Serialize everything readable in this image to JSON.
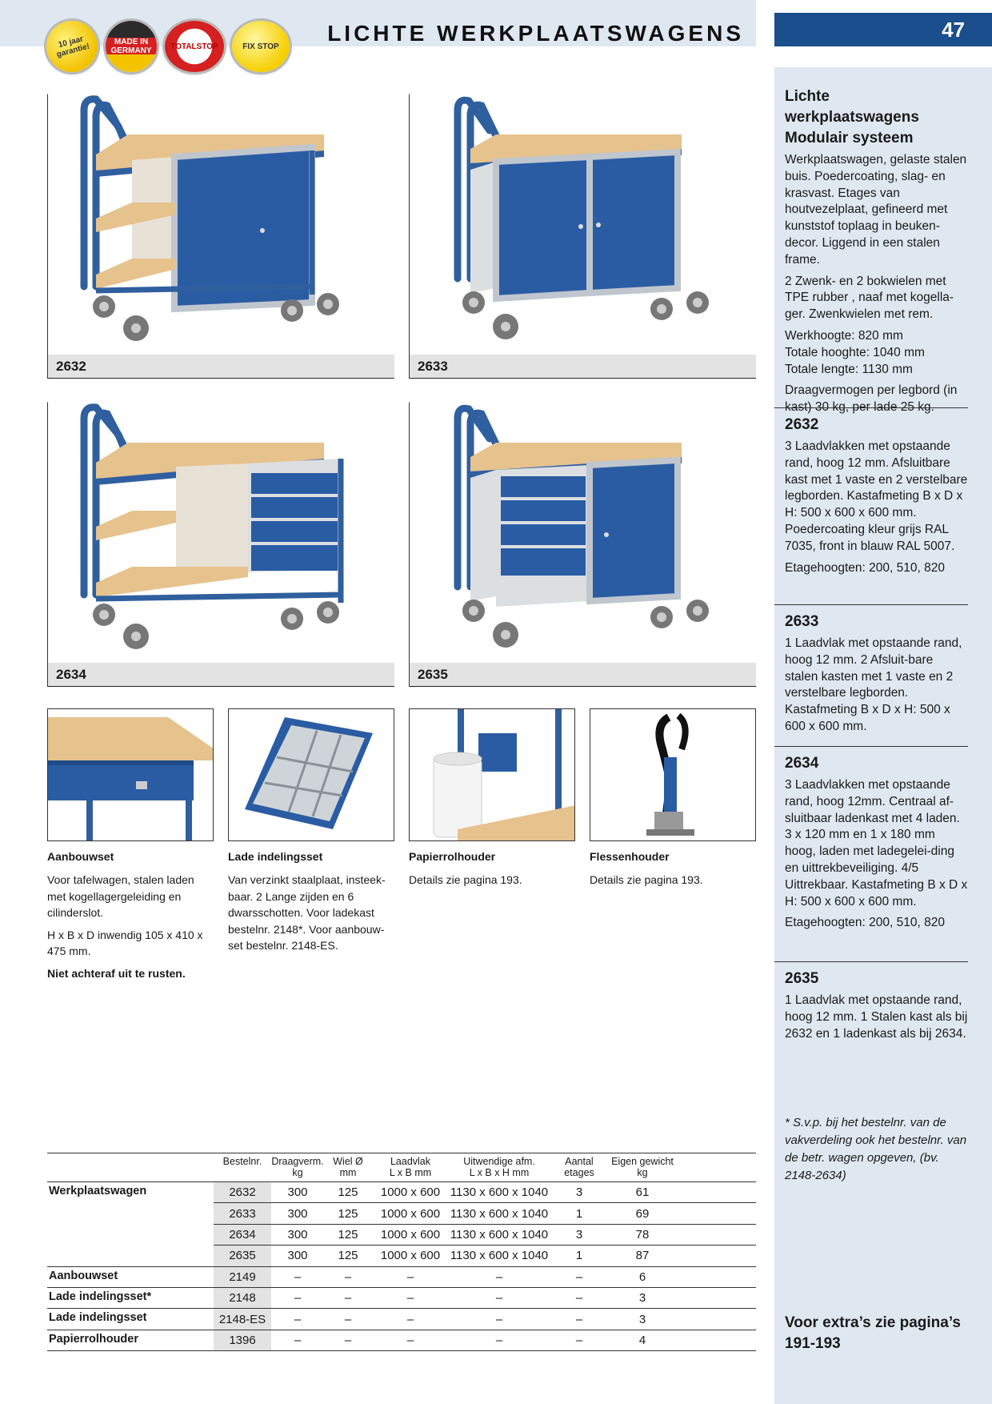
{
  "header": {
    "title": "LICHTE WERKPLAATSWAGENS",
    "page_number": "47",
    "badges": [
      {
        "name": "garantie-badge",
        "text": "10 jaar garantie!"
      },
      {
        "name": "made-in-germany-badge",
        "text": "MADE IN GERMANY"
      },
      {
        "name": "totalstop-badge",
        "text": "TOTALSTOP"
      },
      {
        "name": "fixstop-badge",
        "text": "FIX STOP"
      }
    ]
  },
  "products": [
    {
      "code": "2632"
    },
    {
      "code": "2633"
    },
    {
      "code": "2634"
    },
    {
      "code": "2635"
    }
  ],
  "accessories": [
    {
      "title": "Aanbouwset",
      "paragraphs": [
        "Voor tafelwagen, stalen laden met kogellagergeleiding en cilinderslot.",
        "H x B x D inwendig 105 x 410 x 475 mm."
      ],
      "bold_note": "Niet achteraf uit te rusten."
    },
    {
      "title": "Lade indelingsset",
      "paragraphs": [
        "Van verzinkt staalplaat, insteek-baar. 2 Lange zijden en 6 dwarsschotten. Voor ladekast bestelnr. 2148*. Voor aanbouw-set bestelnr. 2148-ES."
      ]
    },
    {
      "title": "Papierrolhouder",
      "paragraphs": [
        "Details zie pagina 193."
      ]
    },
    {
      "title": "Flessenhouder",
      "paragraphs": [
        "Details zie pagina 193."
      ]
    }
  ],
  "sidebar": {
    "intro_title": "Lichte werkplaatswagens Modulair systeem",
    "intro_paragraphs": [
      "Werkplaatswagen, gelaste stalen buis. Poedercoating, slag- en krasvast. Etages van houtvezelplaat, gefineerd met kunststof toplaag in beuken-decor. Liggend in een stalen frame.",
      "2 Zwenk- en 2 bokwielen met TPE rubber , naaf met kogella-ger. Zwenkwielen met rem.",
      "Werkhoogte: 820 mm\nTotale hooghte: 1040 mm\nTotale lengte: 1130 mm",
      "Draagvermogen per legbord (in kast) 30 kg, per lade 25 kg."
    ],
    "sections": [
      {
        "code": "2632",
        "paragraphs": [
          "3 Laadvlakken met opstaande rand, hoog 12 mm. Afsluitbare kast met 1 vaste en 2 verstelbare legborden. Kastafmeting B x D x H: 500 x 600 x 600 mm. Poedercoating kleur grijs RAL 7035, front in blauw RAL 5007.",
          "Etagehoogten: 200, 510, 820"
        ]
      },
      {
        "code": "2633",
        "paragraphs": [
          "1 Laadvlak met opstaande rand, hoog 12 mm. 2 Afsluit-bare stalen kasten met 1 vaste en 2 verstelbare legborden. Kastafmeting B x D x H: 500 x 600 x 600 mm."
        ]
      },
      {
        "code": "2634",
        "paragraphs": [
          "3 Laadvlakken met opstaande rand, hoog 12mm. Centraal af-sluitbaar ladenkast met 4 laden. 3 x 120 mm en  1 x 180 mm hoog, laden met ladegelei-ding en uittrekbeveiliging. 4/5 Uittrekbaar. Kastafmeting B x D x H: 500 x 600 x 600 mm.",
          "Etagehoogten: 200, 510, 820"
        ]
      },
      {
        "code": "2635",
        "paragraphs": [
          "1 Laadvlak met opstaande rand, hoog 12 mm. 1 Stalen kast als bij 2632 en 1 ladenkast als bij 2634."
        ]
      }
    ],
    "footnote": "* S.v.p. bij het bestelnr. van de vakverdeling ook het bestelnr. van de betr. wagen opgeven, (bv. 2148-2634)",
    "extras": "Voor extra’s zie pagina’s 191-193"
  },
  "table": {
    "headers": [
      {
        "line1": "",
        "line2": ""
      },
      {
        "line1": "Bestelnr.",
        "line2": ""
      },
      {
        "line1": "Draagverm.",
        "line2": "kg"
      },
      {
        "line1": "Wiel Ø",
        "line2": "mm"
      },
      {
        "line1": "Laadvlak",
        "line2": "L x B mm"
      },
      {
        "line1": "Uitwendige afm.",
        "line2": "L x B x H mm"
      },
      {
        "line1": "Aantal",
        "line2": "etages"
      },
      {
        "line1": "Eigen gewicht",
        "line2": "kg"
      }
    ],
    "rows": [
      {
        "label": "Werkplaatswagen",
        "nr": "2632",
        "load": "300",
        "wheel": "125",
        "deck": "1000 x 600",
        "outer": "1130 x 600 x 1040",
        "levels": "3",
        "weight": "61"
      },
      {
        "label": "",
        "nr": "2633",
        "load": "300",
        "wheel": "125",
        "deck": "1000 x 600",
        "outer": "1130 x 600 x 1040",
        "levels": "1",
        "weight": "69"
      },
      {
        "label": "",
        "nr": "2634",
        "load": "300",
        "wheel": "125",
        "deck": "1000 x 600",
        "outer": "1130 x 600 x 1040",
        "levels": "3",
        "weight": "78"
      },
      {
        "label": "",
        "nr": "2635",
        "load": "300",
        "wheel": "125",
        "deck": "1000 x 600",
        "outer": "1130 x 600 x 1040",
        "levels": "1",
        "weight": "87"
      },
      {
        "label": "Aanbouwset",
        "nr": "2149",
        "load": "–",
        "wheel": "–",
        "deck": "–",
        "outer": "–",
        "levels": "–",
        "weight": "6"
      },
      {
        "label": "Lade indelingsset*",
        "nr": "2148",
        "load": "–",
        "wheel": "–",
        "deck": "–",
        "outer": "–",
        "levels": "–",
        "weight": "3"
      },
      {
        "label": "Lade indelingsset",
        "nr": "2148-ES",
        "load": "–",
        "wheel": "–",
        "deck": "–",
        "outer": "–",
        "levels": "–",
        "weight": "3"
      },
      {
        "label": "Papierrolhouder",
        "nr": "1396",
        "load": "–",
        "wheel": "–",
        "deck": "–",
        "outer": "–",
        "levels": "–",
        "weight": "4"
      }
    ]
  },
  "colors": {
    "frame_blue": "#2f5f9e",
    "door_blue": "#2a5ca3",
    "beech": "#e6c28c",
    "cabinet_grey": "#dcdfe2",
    "header_blue": "#1a4e8c",
    "side_band": "#dfe8f1"
  }
}
